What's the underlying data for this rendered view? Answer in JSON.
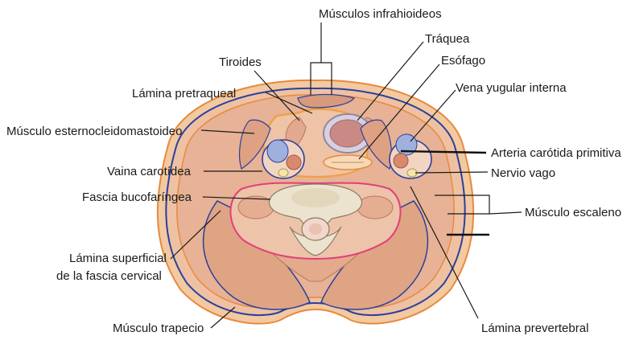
{
  "labels": {
    "musculos_infrahioideos": "Músculos infrahioideos",
    "traquea": "Tráquea",
    "tiroides": "Tiroides",
    "esofago": "Esófago",
    "lamina_pretraqueal": "Lámina pretraqueal",
    "vena_yugular_interna": "Vena yugular interna",
    "musculo_esternocleidomastoideo": "Músculo esternocleidomastoideo",
    "arteria_carotida_primitiva": "Arteria carótida primitiva",
    "vaina_carotidea": "Vaina carotídea",
    "nervio_vago": "Nervio vago",
    "fascia_bucofaringea": "Fascia bucofaríngea",
    "musculo_escaleno": "Músculo escaleno",
    "lamina_superficial_1": "Lámina superficial",
    "lamina_superficial_2": "de la fascia cervical",
    "musculo_trapecio": "Músculo trapecio",
    "lamina_prevertebral": "Lámina prevertebral"
  },
  "colors": {
    "skin": "#f2c9a0",
    "skin_line": "#e8893e",
    "muscle": "#e7b295",
    "muscle_light": "#efc7ad",
    "fascia_blue": "#2b3f9e",
    "fascia_pink": "#e0407a",
    "fascia_orange": "#f0a040",
    "bone": "#ece3cf",
    "trachea": "#c98a86",
    "vein_fill": "#9fb0dc",
    "artery_fill": "#d98a6e",
    "nerve_fill": "#f4e6a8"
  }
}
